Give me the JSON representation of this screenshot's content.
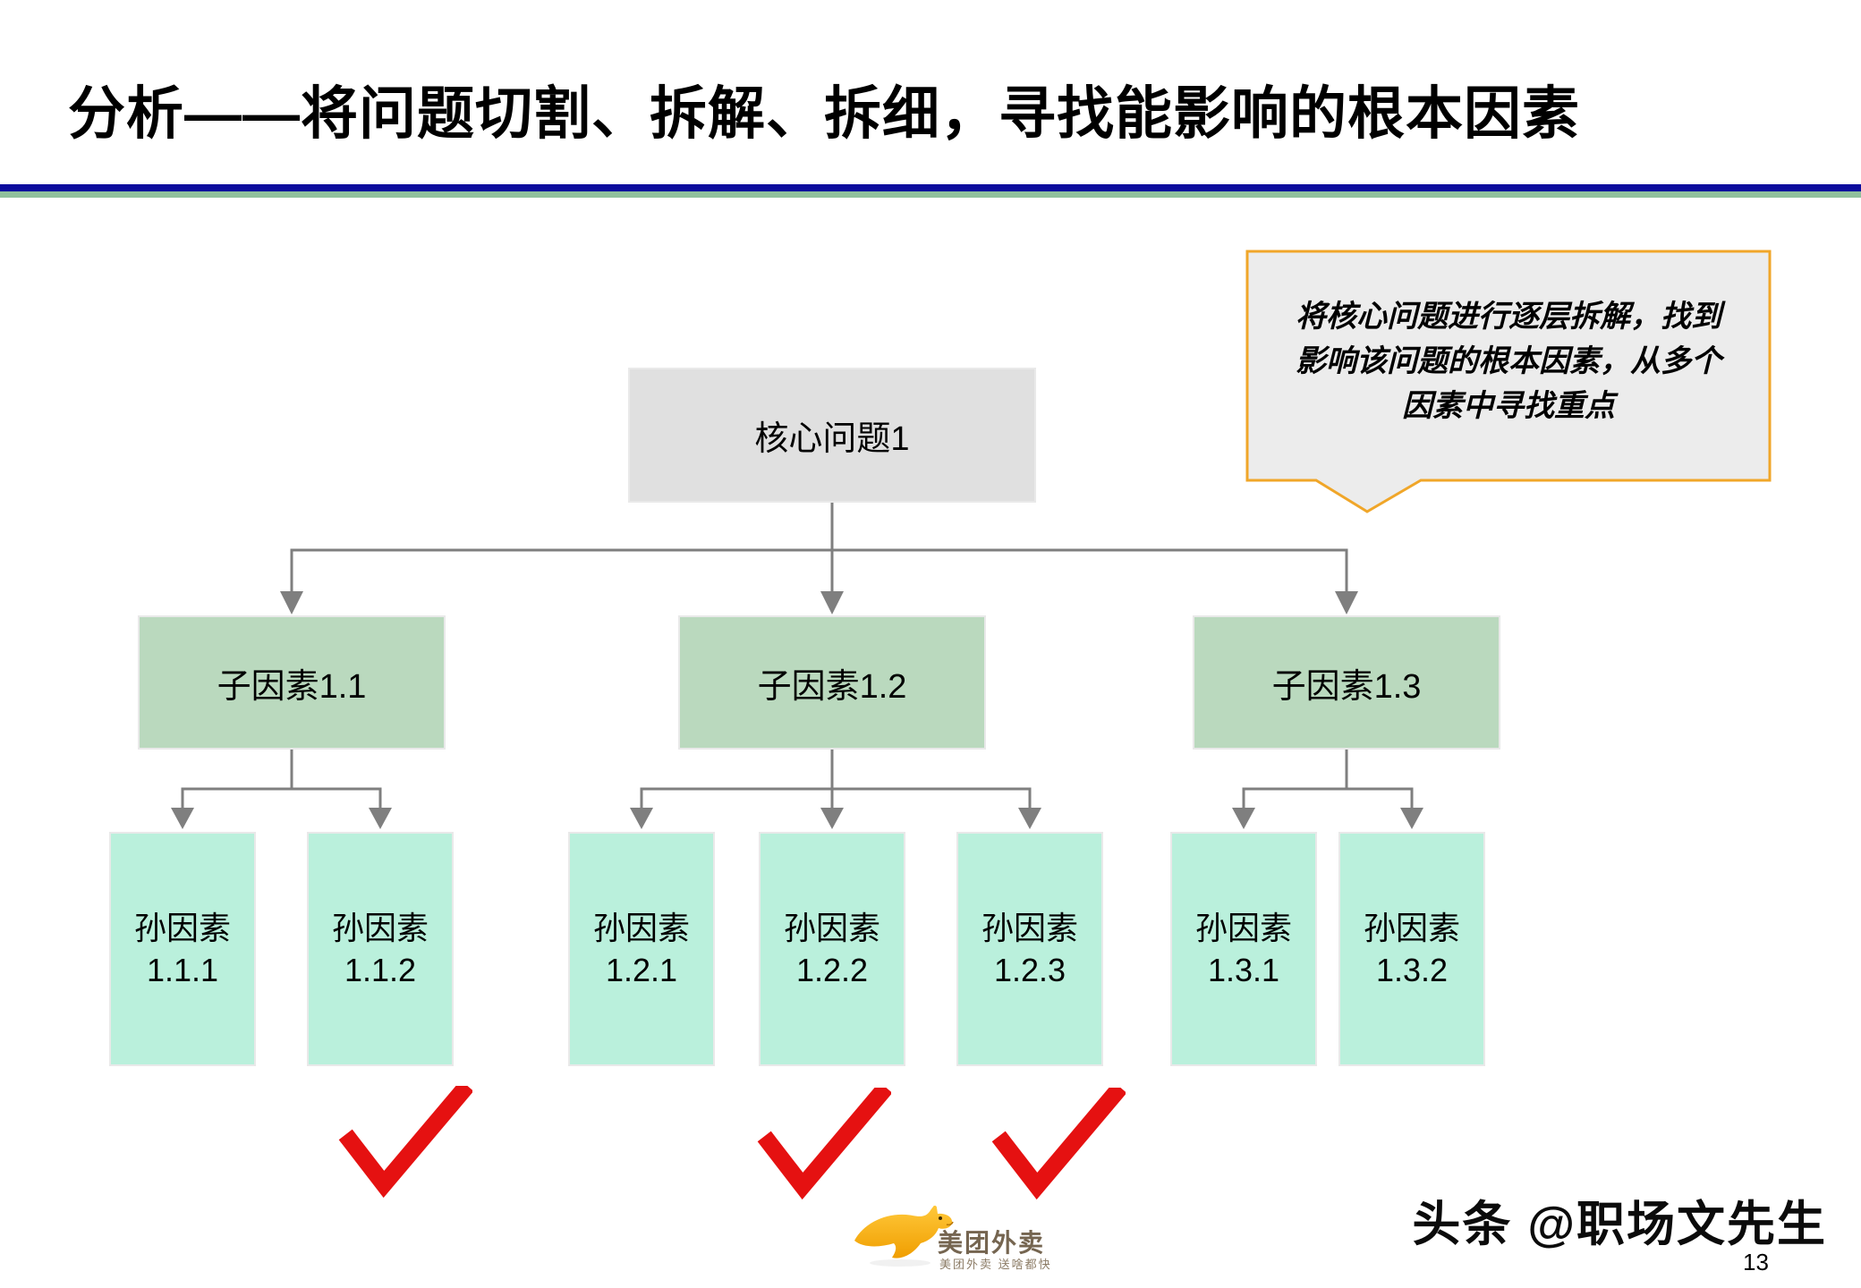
{
  "header": {
    "title": "分析——将问题切割、拆解、拆细，寻找能影响的根本因素"
  },
  "callout": {
    "lines": [
      "将核心问题进行逐层拆解，找到",
      "影响该问题的根本因素，从多个",
      "因素中寻找重点"
    ]
  },
  "tree": {
    "root": {
      "label": "核心问题1"
    },
    "level2": [
      {
        "label": "子因素1.1"
      },
      {
        "label": "子因素1.2"
      },
      {
        "label": "子因素1.3"
      }
    ],
    "level3": [
      {
        "line1": "孙因素",
        "line2": "1.1.1",
        "checked": false
      },
      {
        "line1": "孙因素",
        "line2": "1.1.2",
        "checked": true
      },
      {
        "line1": "孙因素",
        "line2": "1.2.1",
        "checked": false
      },
      {
        "line1": "孙因素",
        "line2": "1.2.2",
        "checked": true
      },
      {
        "line1": "孙因素",
        "line2": "1.2.3",
        "checked": true
      },
      {
        "line1": "孙因素",
        "line2": "1.3.1",
        "checked": false
      },
      {
        "line1": "孙因素",
        "line2": "1.3.2",
        "checked": false
      }
    ]
  },
  "footer": {
    "brand": "美团外卖",
    "tagline": "美团外卖 送啥都快",
    "watermark": "头条 @职场文先生",
    "page_number": "13"
  },
  "colors": {
    "divider_blue": "#0B0B9D",
    "divider_green": "#8FC09C",
    "core_box": "#E0E0E0",
    "sub_box": "#BAD9BE",
    "grand_box": "#BAF0DC",
    "connector": "#7F7F7F",
    "check": "#E51111",
    "callout_bg": "#ECECEC",
    "callout_border": "#F0A629",
    "brand": "#756550",
    "tagline": "#8C7C66"
  }
}
